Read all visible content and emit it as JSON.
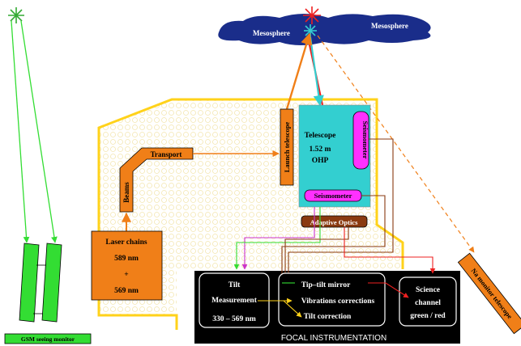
{
  "sky": {
    "left_label": "Mesosphere",
    "right_label": "Mesosphere"
  },
  "launch_telescope": {
    "label": "Launch telescope"
  },
  "telescope": {
    "name": "Telescope",
    "aperture": "1.52 m",
    "site": "OHP"
  },
  "seismometers": {
    "vertical": "Seismometer",
    "horizontal": "Seismometer"
  },
  "transport": {
    "label": "Transport"
  },
  "beams": {
    "label": "Beams"
  },
  "adaptive_optics": {
    "label": "Adaptive Optics"
  },
  "laser": {
    "title": "Laser chains",
    "line1": "589 nm",
    "plus": "+",
    "line2": "569 nm"
  },
  "focal": {
    "caption": "FOCAL INSTRUMENTATION",
    "tilt_line1": "Tilt",
    "tilt_line2": "Measurement",
    "tilt_line3": "330 – 569 nm",
    "mirror": "Tip–tilt mirror",
    "vibrations": "Vibrations corrections",
    "tilt_correction": "Tilt correction",
    "science_line1": "Science",
    "science_line2": "channel",
    "science_line3": "green / red"
  },
  "na_monitor": {
    "label": "Na monitor telescope"
  },
  "gsm": {
    "label": "GSM seeing monitor"
  },
  "colors": {
    "orange": "#f07f18",
    "yellow": "#ffd21a",
    "cyan": "#33cfd0",
    "magenta": "#ff30ff",
    "green": "#33dd33",
    "brown": "#8a3a10",
    "red": "#ee2020",
    "navy": "#1a2d8a",
    "black": "#000000"
  }
}
